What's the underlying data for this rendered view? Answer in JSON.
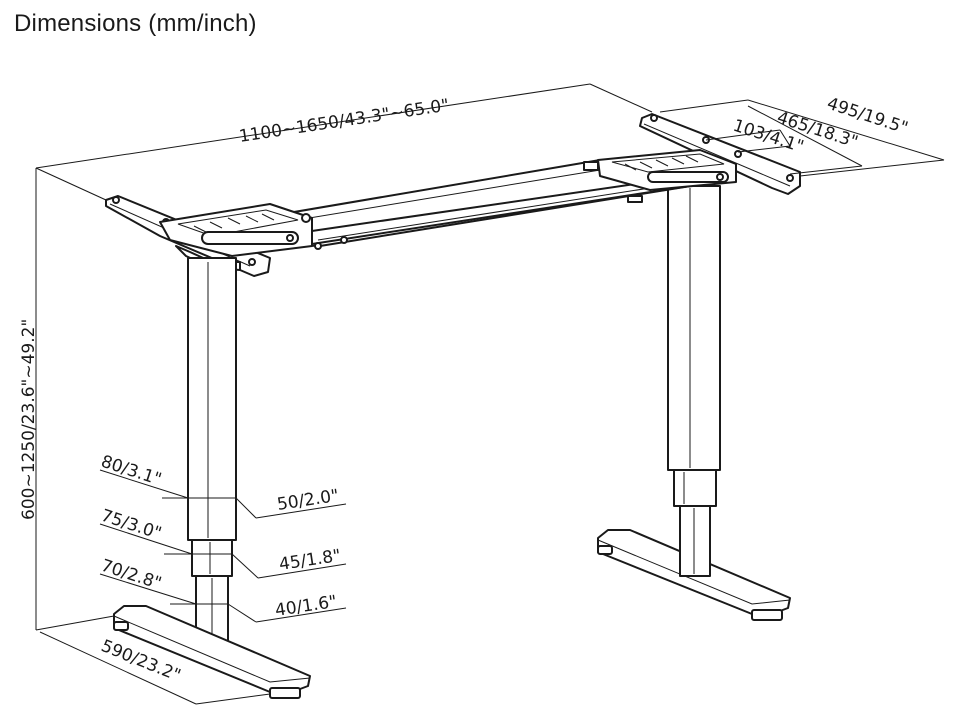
{
  "title": "Dimensions (mm/inch)",
  "dimensions": {
    "width_range": "1100~1650/43.3\"~65.0\"",
    "frame_depth_outer": "495/19.5\"",
    "frame_depth_inner": "465/18.3\"",
    "bracket_width": "103/4.1\"",
    "height_range": "600~1250/23.6\"~49.2\"",
    "tube_outer": "80/3.1\"",
    "tube_outer_side": "50/2.0\"",
    "tube_middle": "75/3.0\"",
    "tube_middle_side": "45/1.8\"",
    "tube_inner": "70/2.8\"",
    "tube_inner_side": "40/1.6\"",
    "foot_length": "590/23.2\""
  }
}
